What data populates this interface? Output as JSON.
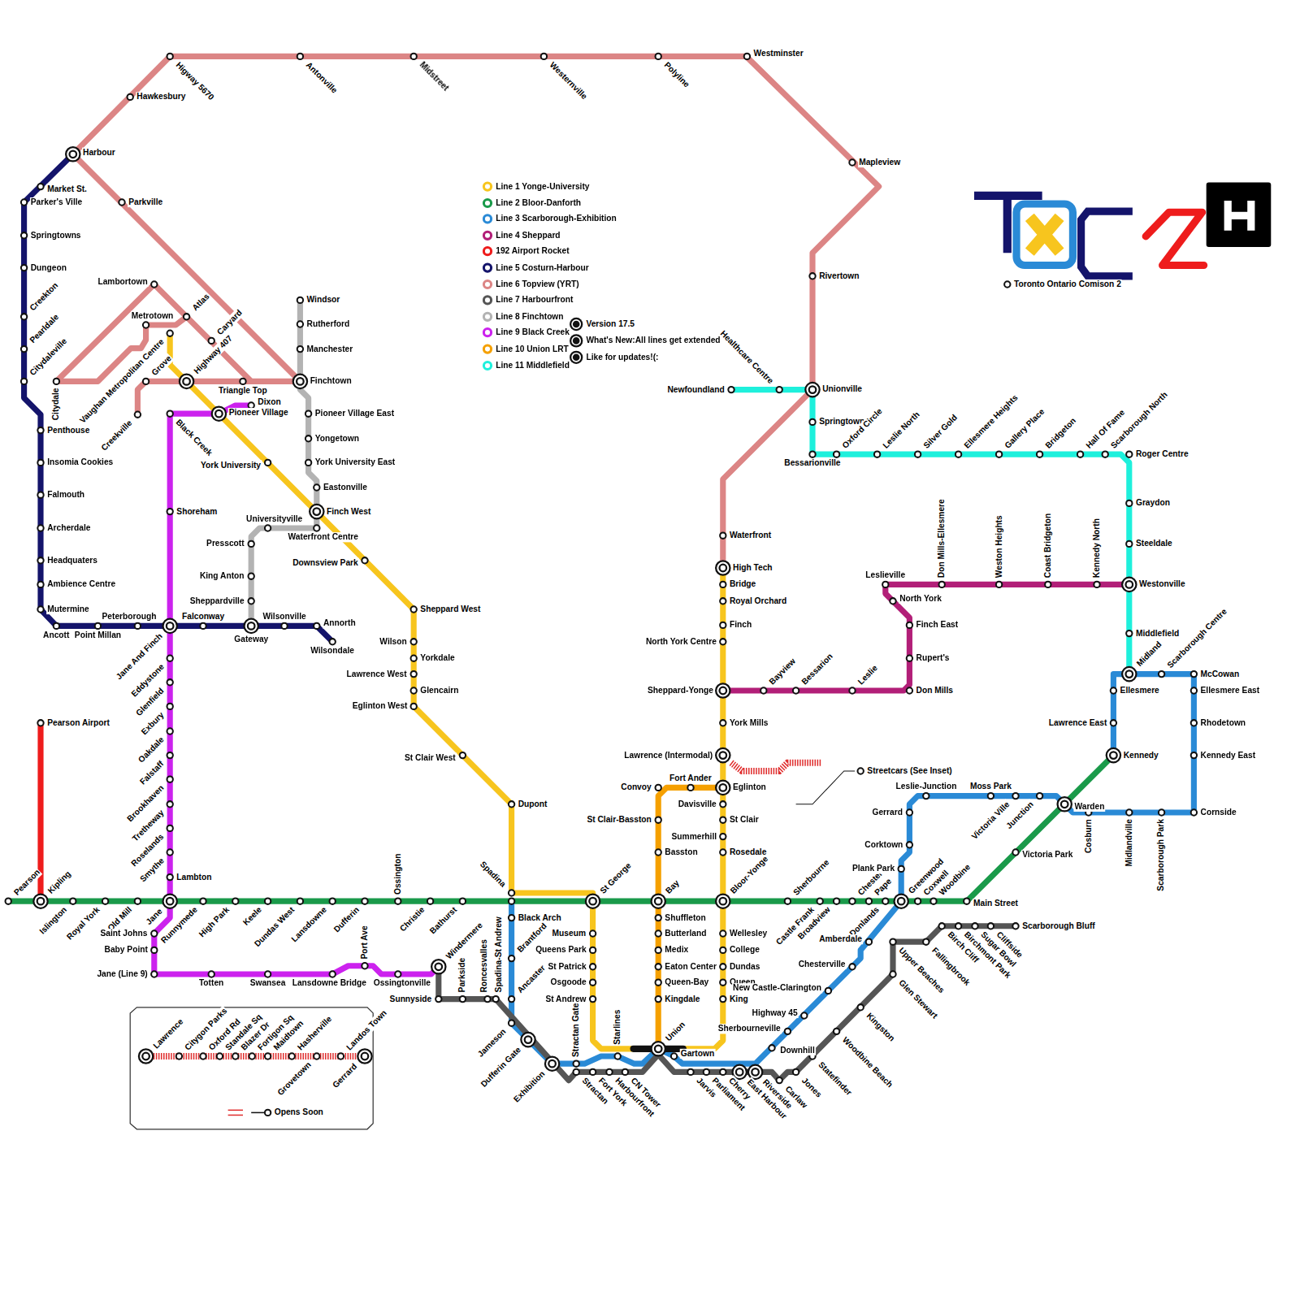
{
  "diagram": {
    "labels": [
      "Harbour",
      "Hawkesbury",
      "Higway 5670",
      "Antonville",
      "Midstreet",
      "Westernville",
      "Polyline",
      "Westminster",
      "Mapleview",
      "Rivertown",
      "Unionville",
      "Waterfront",
      "Parkville",
      "Lambortown",
      "Metrotown",
      "Atlas",
      "Caryard",
      "Highway 407",
      "Triangle Top",
      "Grove",
      "Creekville",
      "Citydale",
      "Vaughan Metropolitan Centre",
      "Market St.",
      "Parker's Ville",
      "Springtowns",
      "Dungeon",
      "Creekton",
      "Pearldale",
      "Citydaleville",
      "Penthouse",
      "Insomia Cookies",
      "Falmouth",
      "Archerdale",
      "Headquaters",
      "Ambience Centre",
      "Mutermine",
      "Ancott",
      "Point Millan",
      "Peterborough",
      "Jane And Finch",
      "Falconway",
      "Gateway",
      "Wilsonville",
      "Annorth",
      "Wilsondale",
      "Pioneer Village",
      "Dixon",
      "Black Creek",
      "York University",
      "Finch West",
      "Downsview Park",
      "Sheppard West",
      "Wilson",
      "Yorkdale",
      "Lawrence West",
      "Glencairn",
      "Eglinton West",
      "St Clair West",
      "Dupont",
      "Spadina",
      "St George",
      "Museum",
      "Queens Park",
      "St Patrick",
      "Osgoode",
      "St Andrew",
      "Union",
      "King",
      "Queen",
      "Dundas",
      "College",
      "Wellesley",
      "Bloor-Yonge",
      "Rosedale",
      "Summerhill",
      "St Clair",
      "Davisville",
      "Eglinton",
      "Lawrence (Intermodal)",
      "York Mills",
      "Sheppard-Yonge",
      "North York Centre",
      "Finch",
      "Royal Orchard",
      "Bridge",
      "High Tech",
      "Pearson",
      "Kipling",
      "Islington",
      "Royal York",
      "Old Mill",
      "Jane",
      "Runnymede",
      "High Park",
      "Keele",
      "Dundas West",
      "Lansdowne",
      "Dufferin",
      "Ossington",
      "Christie",
      "Bathurst",
      "Bay",
      "Sherbourne",
      "Castle Frank",
      "Broadview",
      "Chester",
      "Pape",
      "Donlands",
      "Greenwood",
      "Coxwell",
      "Woodbine",
      "Main Street",
      "Victoria Park",
      "Warden",
      "Kennedy",
      "Pearson Airport",
      "Shoreham",
      "Eddystone",
      "Glenfield",
      "Exbury",
      "Oakdale",
      "Falstaff",
      "Brookhaven",
      "Tretheway",
      "Roselands",
      "Smythe",
      "Lambton",
      "Saint Johns",
      "Baby Point",
      "Jane (Line 9)",
      "Totten",
      "Swansea",
      "Lansdowne Bridge",
      "Port Ave",
      "Ossingtonville",
      "Windermere",
      "Windsor",
      "Rutherford",
      "Manchester",
      "Finchtown",
      "Pioneer Village East",
      "Yongetown",
      "York University East",
      "Eastonville",
      "Waterfront Centre",
      "Universityville",
      "Presscott",
      "King Anton",
      "Sheppardville",
      "Bayview",
      "Bessarion",
      "Leslie",
      "Don Mills",
      "Rupert's",
      "Finch East",
      "North York",
      "Leslieville",
      "Don Mills-Ellesmere",
      "Weston Heights",
      "Coast Bridgeton",
      "Kennedy North",
      "Westonville",
      "Newfoundland",
      "Healthcare Centre",
      "Springtown",
      "Bessarionville",
      "Oxford Circle",
      "Leslie North",
      "Silver Gold",
      "Ellesmere Heights",
      "Gallery Place",
      "Bridgeton",
      "Hall Of Fame",
      "Scarborough North",
      "Roger Centre",
      "Graydon",
      "Steeldale",
      "Middlefield",
      "Midland",
      "Scarborough Centre",
      "McCowan",
      "Ellesmere East",
      "Rhodetown",
      "Kennedy East",
      "Cornside",
      "Scarborough Park",
      "Midlandville",
      "Cosburn",
      "Ellesmere",
      "Lawrence East",
      "Junction",
      "Victoria Ville",
      "Moss Park",
      "Leslie-Junction",
      "Gerrard",
      "Corktown",
      "Plank Park",
      "Amberdale",
      "Chesterville",
      "New Castle-Clarington",
      "Highway 45",
      "Sherbourneville",
      "Downhill",
      "Riverside",
      "East Harbour",
      "Gartown",
      "Starlines",
      "Stractan Gate",
      "Exhibition",
      "Dufferin Gate",
      "Jameson",
      "Ancaster",
      "Brantford",
      "Black Arch",
      "Sunnyside",
      "Parkside",
      "Roncesvalles",
      "Spadina-St Andrew",
      "Stractan",
      "Fort York",
      "Harbourfront",
      "CN Tower",
      "Jarvis",
      "Parliament",
      "Cherry",
      "Carlaw",
      "Jones",
      "Statefinder",
      "Woodbine Beach",
      "Kingston",
      "Glen Stewart",
      "Upper Beaches",
      "Fallingbrook",
      "Birch Cliff",
      "Birchmont Park",
      "Sugar Bowl",
      "Cliffside",
      "Scarborough Bluff",
      "Kingdale",
      "Queen-Bay",
      "Eaton Center",
      "Medix",
      "Butterland",
      "Shuffleton",
      "Basston",
      "St Clair-Basston",
      "Convoy",
      "Fort Ander",
      "Lawrence",
      "Citygon Parks",
      "Oxford Rd",
      "Standale Sq",
      "Blazer Dr",
      "Fortigon Sq",
      "Maidtown",
      "Hasherville",
      "Grovetown",
      "Landos Town",
      "Gerrard",
      "Streetcars (See Inset)",
      "Version 17.5",
      "What's New:All lines get extended",
      "Like for updates!(:",
      "Toronto Ontario Comison 2"
    ],
    "legend": [
      {
        "text": "Line 1 Yonge-University",
        "color": "#f7c51e"
      },
      {
        "text": "Line 2 Bloor-Danforth",
        "color": "#1a9a4a"
      },
      {
        "text": "Line 3 Scarborough-Exhibition",
        "color": "#2a8ad6"
      },
      {
        "text": "Line 4 Sheppard",
        "color": "#b21f78"
      },
      {
        "text": "192 Airport Rocket",
        "color": "#ee1c1c"
      },
      {
        "text": "Line 5 Costurn-Harbour",
        "color": "#14146b"
      },
      {
        "text": "Line 6 Topview (YRT)",
        "color": "#dc8585"
      },
      {
        "text": "Line 7 Harbourfront",
        "color": "#555555"
      },
      {
        "text": "Line 8 Finchtown",
        "color": "#b3b3b3"
      },
      {
        "text": "Line 9 Black Creek",
        "color": "#cc22ee"
      },
      {
        "text": "Line 10 Union LRT",
        "color": "#f5a000"
      },
      {
        "text": "Line 11 Middlefield",
        "color": "#1ef0dc"
      },
      {
        "text": "Opens Soon"
      }
    ]
  }
}
